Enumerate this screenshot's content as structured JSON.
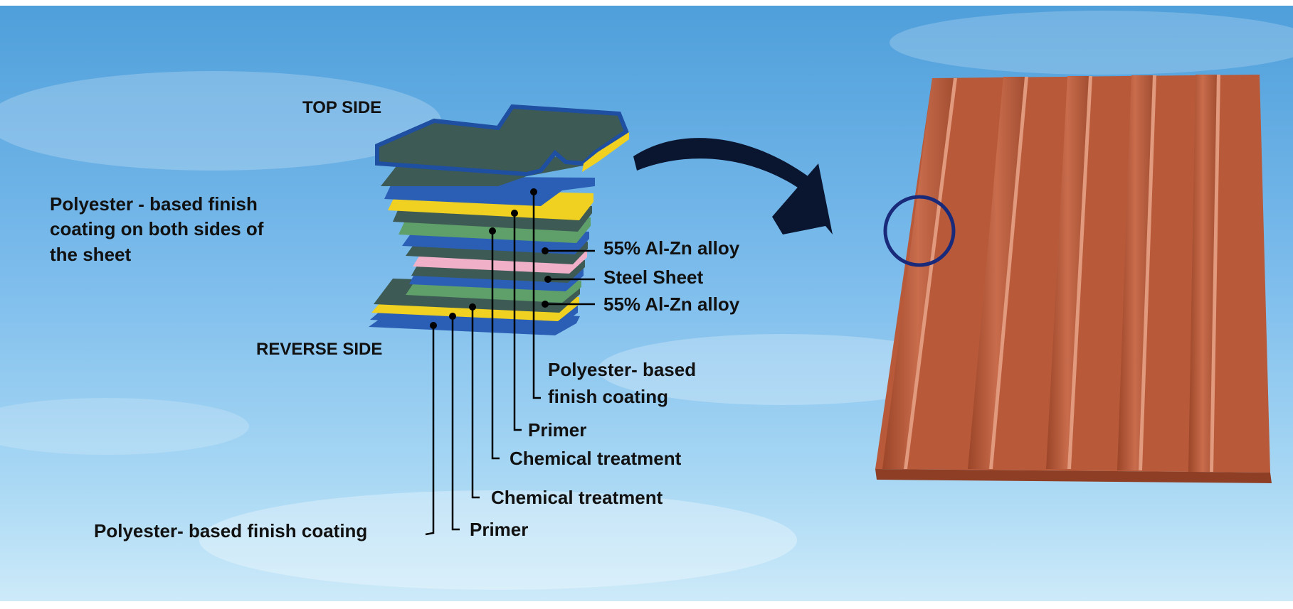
{
  "colors": {
    "sky_top": "#5aa9e0",
    "sky_mid": "#8fcaf0",
    "sky_low": "#c5e6f8",
    "sheet": "#b85a3a",
    "sheet_highlight": "#d98a6c",
    "arrow": "#0a1530",
    "circle": "#1a2a7a",
    "layer_dark": "#3d5a55",
    "layer_blue": "#2b5fb5",
    "layer_yellow": "#f0d020",
    "layer_green": "#5fa06a",
    "layer_pink": "#f0b0c8"
  },
  "labels": {
    "top_side": "TOP SIDE",
    "reverse_side": "REVERSE SIDE",
    "intro_line1": "Polyester - based finish",
    "intro_line2": "coating on both sides of",
    "intro_line3": "the sheet",
    "alloy_top": "55% Al-Zn alloy",
    "steel_sheet": "Steel Sheet",
    "alloy_bottom": "55% Al-Zn alloy",
    "top_finish_line1": "Polyester- based",
    "top_finish_line2": "finish coating",
    "top_primer": "Primer",
    "top_chemical": "Chemical treatment",
    "bottom_chemical": "Chemical treatment",
    "bottom_finish": "Polyester- based finish coating",
    "bottom_primer": "Primer"
  }
}
